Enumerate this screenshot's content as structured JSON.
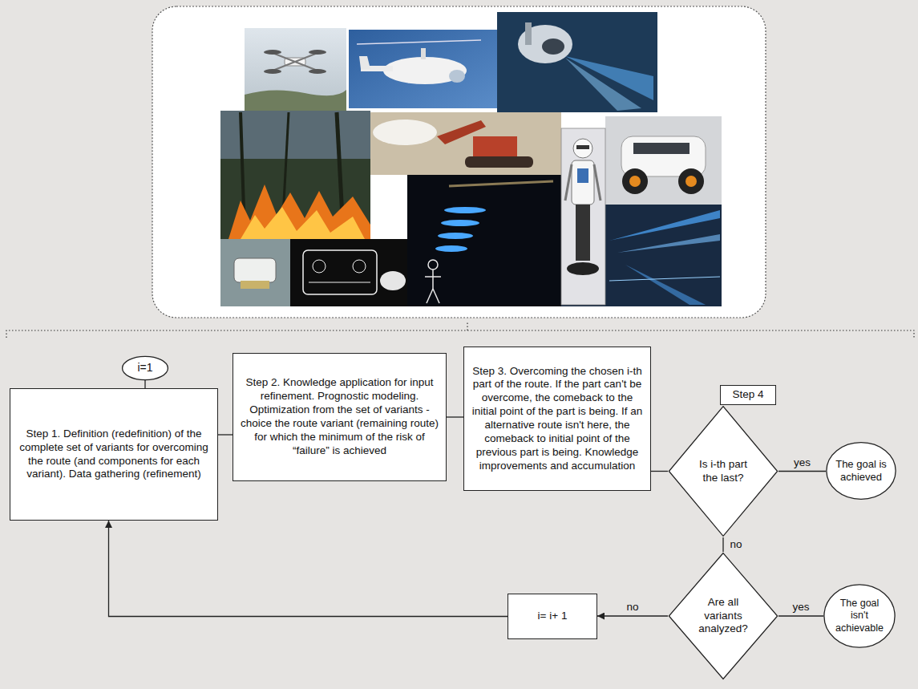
{
  "diagram": {
    "nodes": [
      {
        "text": [
          "i=1"
        ]
      },
      {
        "text": [
          "Step 1. Definition (redefinition) of the complete set of variants for overcoming the route (and components for each variant). Data gathering (refinement)"
        ]
      },
      {
        "text": [
          "Step 2. Knowledge application for input refinement. Prognostic modeling. Optimization from the set of variants - choice the route variant (remaining route) for which the minimum of the risk of “failure” is achieved"
        ]
      },
      {
        "text": [
          "Step 3. Overcoming the chosen i-th part of the route. If the part can't be overcome, the comeback to the initial point of the part is being. If an alternative route isn't here, the comeback to initial point of the previous part is being. Knowledge improvements and accumulation"
        ]
      },
      {
        "text": [
          "Step 4"
        ]
      },
      {
        "text": [
          "Is i-th part the last?"
        ]
      },
      {
        "text": [
          "The goal is achieved"
        ]
      },
      {
        "text": [
          "Are all variants analyzed?"
        ]
      },
      {
        "text": [
          "The goal isn't achievable"
        ]
      },
      {
        "text": [
          "i= i+ 1"
        ]
      }
    ],
    "edges": [
      {
        "from": 0,
        "to": 1,
        "arrow": "none"
      },
      {
        "from": 1,
        "to": 2,
        "arrow": "none"
      },
      {
        "from": 2,
        "to": 3,
        "arrow": "none"
      },
      {
        "from": 3,
        "to": 5,
        "arrow": "none"
      },
      {
        "from": 5,
        "to": 6,
        "label": "yes",
        "arrow": "none"
      },
      {
        "from": 5,
        "to": 7,
        "label": "no",
        "arrow": "none"
      },
      {
        "from": 7,
        "to": 8,
        "label": "yes",
        "arrow": "none"
      },
      {
        "from": 7,
        "to": 9,
        "label": "no",
        "arrow": "to"
      },
      {
        "from": 9,
        "to": 1,
        "arrow": "to"
      }
    ]
  }
}
